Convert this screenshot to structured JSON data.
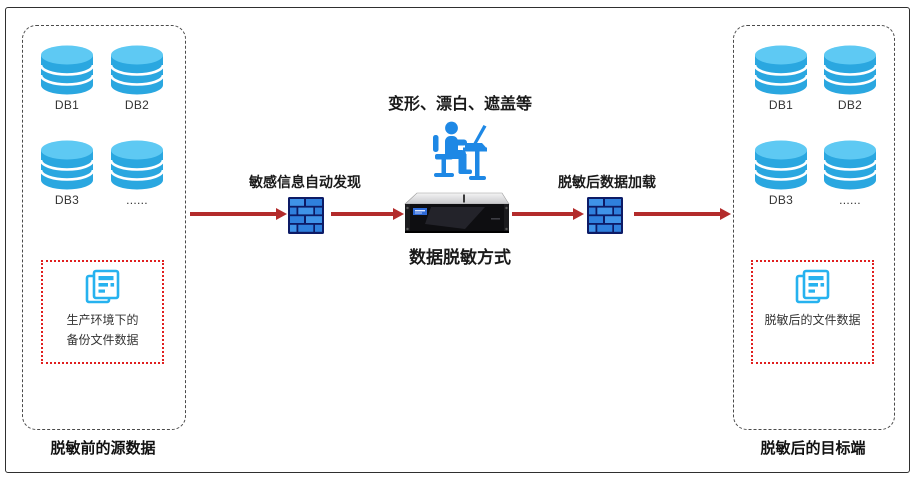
{
  "left_panel": {
    "databases": [
      {
        "label": "DB1"
      },
      {
        "label": "DB2"
      },
      {
        "label": "DB3"
      },
      {
        "label": "......"
      }
    ],
    "file_box": {
      "lines": [
        "生产环境下的",
        "备份文件数据"
      ]
    },
    "caption": "脱敏前的源数据"
  },
  "right_panel": {
    "databases": [
      {
        "label": "DB1"
      },
      {
        "label": "DB2"
      },
      {
        "label": "DB3"
      },
      {
        "label": "......"
      }
    ],
    "file_box": {
      "lines": [
        "脱敏后的文件数据"
      ]
    },
    "caption": "脱敏后的目标端"
  },
  "center": {
    "methods_title": "变形、漂白、遮盖等",
    "discovery_label": "敏感信息自动发现",
    "load_label": "脱敏后数据加载",
    "engine_caption": "数据脱敏方式"
  },
  "icons": {
    "database": "database-icon",
    "documents": "documents-icon",
    "firewall": "firewall-icon",
    "operator": "operator-at-desk-icon",
    "server": "rack-server-image"
  },
  "colors": {
    "arrow_red": "#b32b2b",
    "db_body_blue": "#2aa7e0",
    "db_top_blue": "#5ec9f3",
    "doc_blue": "#26b2ef",
    "firewall_brick": "#2f80dd",
    "firewall_mortar": "#0d1b66",
    "person_blue": "#1e88e5",
    "dotted_box_red": "#e01f1f"
  }
}
